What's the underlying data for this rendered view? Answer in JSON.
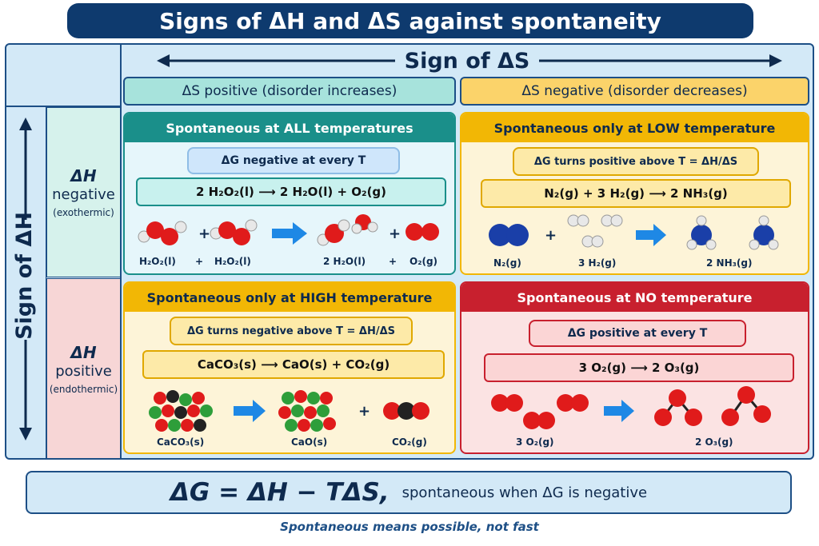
{
  "title": "Signs of ΔH and ΔS against spontaneity",
  "axis_top": "Sign of ΔS",
  "axis_left": "Sign of ΔH",
  "columns": [
    {
      "label": "ΔS positive (disorder increases)"
    },
    {
      "label": "ΔS negative (disorder decreases)"
    }
  ],
  "rows": [
    {
      "main": "ΔH",
      "sub": "negative",
      "paren": "(exothermic)"
    },
    {
      "main": "ΔH",
      "sub": "positive",
      "paren": "(endothermic)"
    }
  ],
  "cells": {
    "tl": {
      "header": "Spontaneous at ALL temperatures",
      "condition": "ΔG negative at every T",
      "equation": "2 H₂O₂(l)   ⟶   2 H₂O(l) + O₂(g)",
      "labels": [
        "H₂O₂(l)",
        "+",
        "H₂O₂(l)",
        "2 H₂O(l)",
        "+",
        "O₂(g)"
      ]
    },
    "tr": {
      "header": "Spontaneous only at LOW temperature",
      "condition": "ΔG turns positive above T = ΔH/ΔS",
      "equation": "N₂(g)  +  3 H₂(g)   ⟶   2 NH₃(g)",
      "labels": [
        "N₂(g)",
        "3 H₂(g)",
        "2 NH₃(g)"
      ]
    },
    "bl": {
      "header": "Spontaneous only at HIGH temperature",
      "condition": "ΔG turns negative above T = ΔH/ΔS",
      "equation": "CaCO₃(s)   ⟶   CaO(s)  +  CO₂(g)",
      "labels": [
        "CaCO₃(s)",
        "CaO(s)",
        "CO₂(g)"
      ]
    },
    "br": {
      "header": "Spontaneous at NO temperature",
      "condition": "ΔG positive at every T",
      "equation": "3 O₂(g)   ⟶   2 O₃(g)",
      "labels": [
        "3 O₂(g)",
        "2 O₃(g)"
      ]
    }
  },
  "bottom": {
    "equation": "ΔG = ΔH − TΔS,",
    "note": "spontaneous when ΔG is negative"
  },
  "footnote": "Spontaneous means possible, not fast",
  "colors": {
    "navy": "#0e3a6e",
    "teal": "#1a8f8a",
    "gold": "#f2b705",
    "red": "#c8202e",
    "light_blue": "#d3e9f7"
  }
}
